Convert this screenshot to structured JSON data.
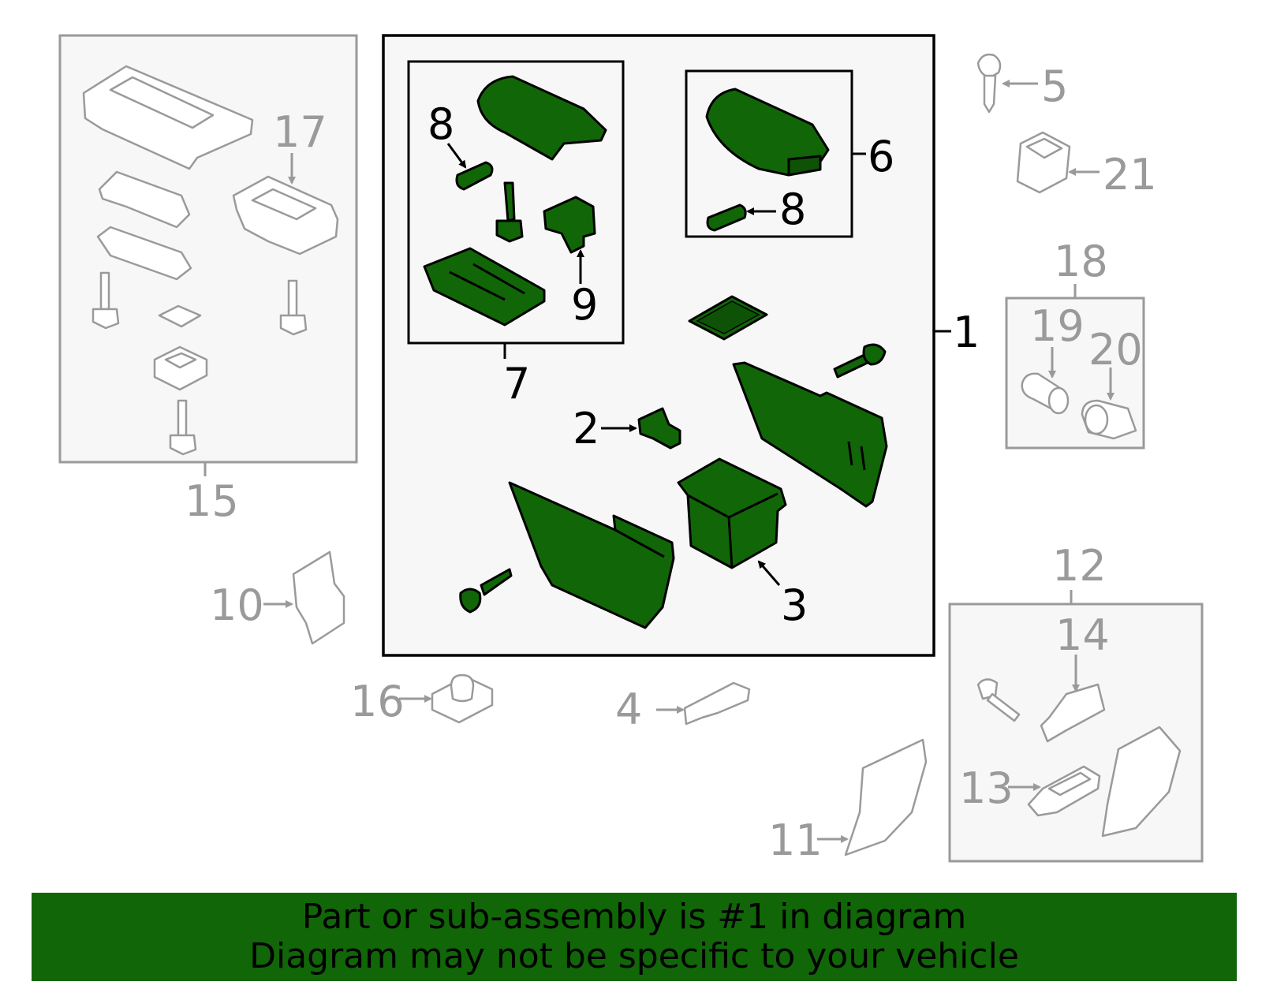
{
  "diagram": {
    "callouts": {
      "c1": "1",
      "c2": "2",
      "c3": "3",
      "c4": "4",
      "c5": "5",
      "c6": "6",
      "c7": "7",
      "c8a": "8",
      "c8b": "8",
      "c9": "9",
      "c10": "10",
      "c11": "11",
      "c12": "12",
      "c13": "13",
      "c14": "14",
      "c15": "15",
      "c16": "16",
      "c17": "17",
      "c18": "18",
      "c19": "19",
      "c20": "20",
      "c21": "21"
    },
    "colors": {
      "highlight": "#116608",
      "outline": "#000000",
      "muted": "#9a9a9a",
      "box_fill": "#f7f7f7"
    }
  },
  "banner": {
    "line1": "Part or sub-assembly is #1 in diagram",
    "line2": "Diagram may not be specific to your vehicle"
  }
}
